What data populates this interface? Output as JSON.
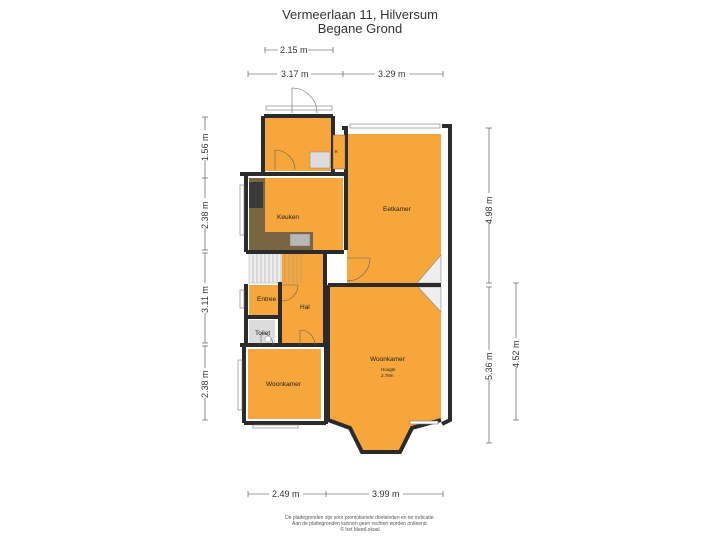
{
  "header": {
    "address": "Vermeerlaan 11, Hilversum",
    "floor": "Begane Grond"
  },
  "dimensions": {
    "top_small": "2.15 m",
    "top_left": "3.17 m",
    "top_right": "3.29 m",
    "left_1": "1.56 m",
    "left_2": "2.38 m",
    "left_3": "3.11 m",
    "left_4": "2.38 m",
    "right_1": "4.98 m",
    "right_2": "5.36 m",
    "right_3": "4.52 m",
    "bottom_left": "2.49 m",
    "bottom_right": "3.99 m"
  },
  "rooms": {
    "keuken": "Keuken",
    "eetkamer": "Eetkamer",
    "entree": "Entree",
    "hal": "Hal",
    "toilet": "Toilet",
    "woonkamer_main": "Woonkamer",
    "woonkamer_side": "Woonkamer",
    "kast_label": "K",
    "hoogte_label": "Hoogte",
    "hoogte_value": "2.76m"
  },
  "disclaimer": {
    "line1": "De plattegronden zijn voor promotionele doeleinden en ter indicatie.",
    "line2": "Aan de plattegronden kunnen geen rechten worden ontleend.",
    "line3": "© het MeetLokaal"
  },
  "colors": {
    "room_fill": "#f7a63b",
    "wall": "#2b2b2b",
    "dim_line": "#444444"
  }
}
